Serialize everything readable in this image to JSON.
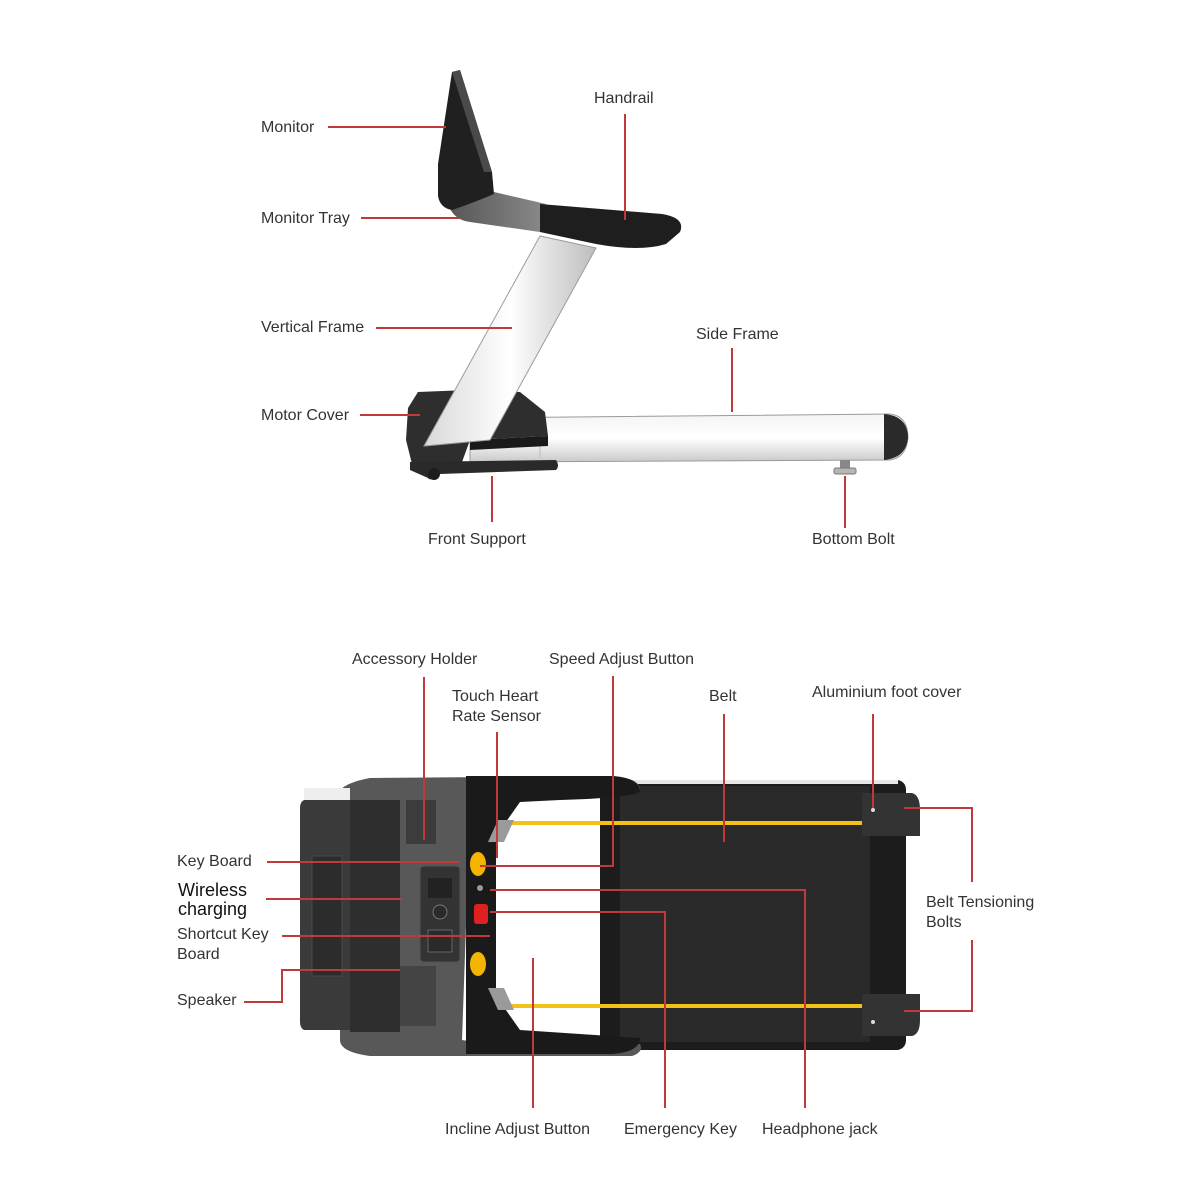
{
  "colors": {
    "leader": "#c0393b",
    "belt_stripe": "#f2c21a",
    "key_yellow": "#f5b400",
    "stop_red": "#e02020"
  },
  "side_view": {
    "labels": {
      "monitor": "Monitor",
      "handrail": "Handrail",
      "monitor_tray": "Monitor Tray",
      "vertical_frame": "Vertical Frame",
      "side_frame": "Side Frame",
      "motor_cover": "Motor Cover",
      "front_support": "Front Support",
      "bottom_bolt": "Bottom Bolt"
    }
  },
  "top_view": {
    "labels": {
      "accessory_holder": "Accessory Holder",
      "speed_adjust_button": "Speed Adjust Button",
      "touch_heart_rate_sensor": "Touch Heart\nRate Sensor",
      "belt": "Belt",
      "aluminium_foot_cover": "Aluminium foot cover",
      "key_board": "Key Board",
      "wireless_charging": "Wireless\ncharging",
      "shortcut_key_board": "Shortcut Key\nBoard",
      "speaker": "Speaker",
      "belt_tensioning_bolts": "Belt Tensioning\nBolts",
      "incline_adjust_button": "Incline Adjust Button",
      "emergency_key": "Emergency Key",
      "headphone_jack": "Headphone jack"
    }
  }
}
